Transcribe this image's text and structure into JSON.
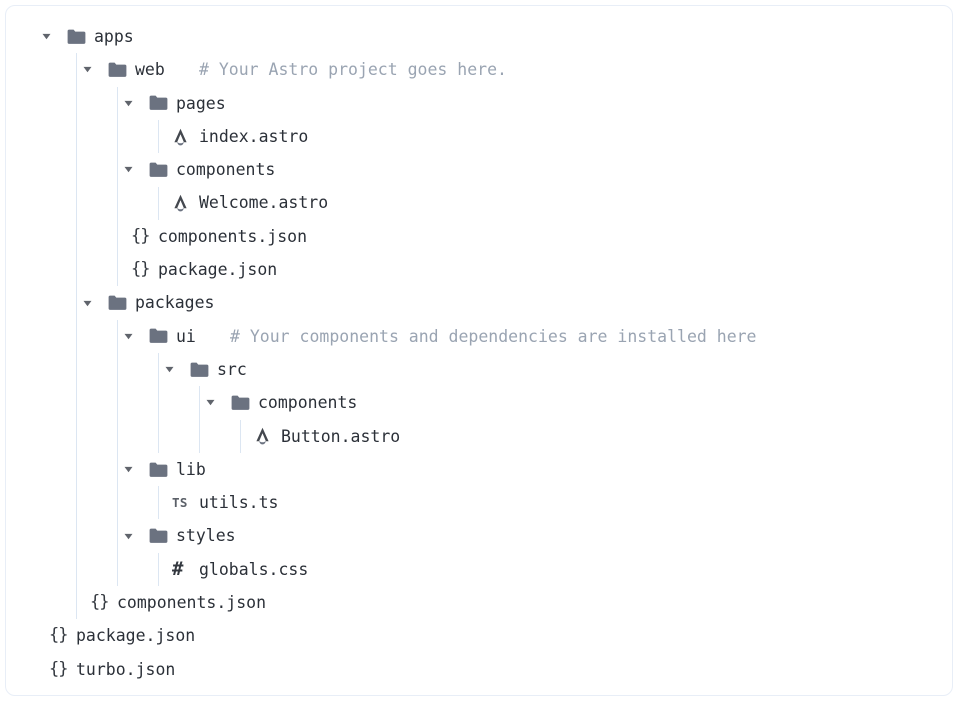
{
  "theme": {
    "background": "#ffffff",
    "card_border": "#e8eef7",
    "label_color": "#2b3038",
    "comment_color": "#9aa4b2",
    "folder_color": "#6b7280",
    "rail_color": "#dce6f2",
    "icon_color": "#53585f"
  },
  "tree": {
    "rows": [
      {
        "label": "apps",
        "icon": "folder-icon",
        "expanded": true,
        "depth": 0,
        "comment": ""
      },
      {
        "label": "web",
        "icon": "folder-icon",
        "expanded": true,
        "depth": 1,
        "comment": "# Your Astro project goes here."
      },
      {
        "label": "pages",
        "icon": "folder-icon",
        "expanded": true,
        "depth": 2,
        "comment": ""
      },
      {
        "label": "index.astro",
        "icon": "astro-icon",
        "expanded": null,
        "depth": 3,
        "comment": ""
      },
      {
        "label": "components",
        "icon": "folder-icon",
        "expanded": true,
        "depth": 2,
        "comment": ""
      },
      {
        "label": "Welcome.astro",
        "icon": "astro-icon",
        "expanded": null,
        "depth": 3,
        "comment": ""
      },
      {
        "label": "components.json",
        "icon": "json-icon",
        "expanded": null,
        "depth": 2,
        "comment": ""
      },
      {
        "label": "package.json",
        "icon": "json-icon",
        "expanded": null,
        "depth": 2,
        "comment": ""
      },
      {
        "label": "packages",
        "icon": "folder-icon",
        "expanded": true,
        "depth": 1,
        "comment": ""
      },
      {
        "label": "ui",
        "icon": "folder-icon",
        "expanded": true,
        "depth": 2,
        "comment": "# Your components and dependencies are installed here"
      },
      {
        "label": "src",
        "icon": "folder-icon",
        "expanded": true,
        "depth": 3,
        "comment": ""
      },
      {
        "label": "components",
        "icon": "folder-icon",
        "expanded": true,
        "depth": 4,
        "comment": ""
      },
      {
        "label": "Button.astro",
        "icon": "astro-icon",
        "expanded": null,
        "depth": 5,
        "comment": ""
      },
      {
        "label": "lib",
        "icon": "folder-icon",
        "expanded": true,
        "depth": 2,
        "comment": ""
      },
      {
        "label": "utils.ts",
        "icon": "ts-icon",
        "expanded": null,
        "depth": 3,
        "comment": ""
      },
      {
        "label": "styles",
        "icon": "folder-icon",
        "expanded": true,
        "depth": 2,
        "comment": ""
      },
      {
        "label": "globals.css",
        "icon": "css-icon",
        "expanded": null,
        "depth": 3,
        "comment": ""
      },
      {
        "label": "components.json",
        "icon": "json-icon",
        "expanded": null,
        "depth": 1,
        "comment": ""
      },
      {
        "label": "package.json",
        "icon": "json-icon",
        "expanded": null,
        "depth": 0,
        "comment": ""
      },
      {
        "label": "turbo.json",
        "icon": "json-icon",
        "expanded": null,
        "depth": 0,
        "comment": ""
      }
    ]
  },
  "icon_glyphs": {
    "json-icon": "{}",
    "ts-icon": "TS",
    "css-icon": "#"
  }
}
